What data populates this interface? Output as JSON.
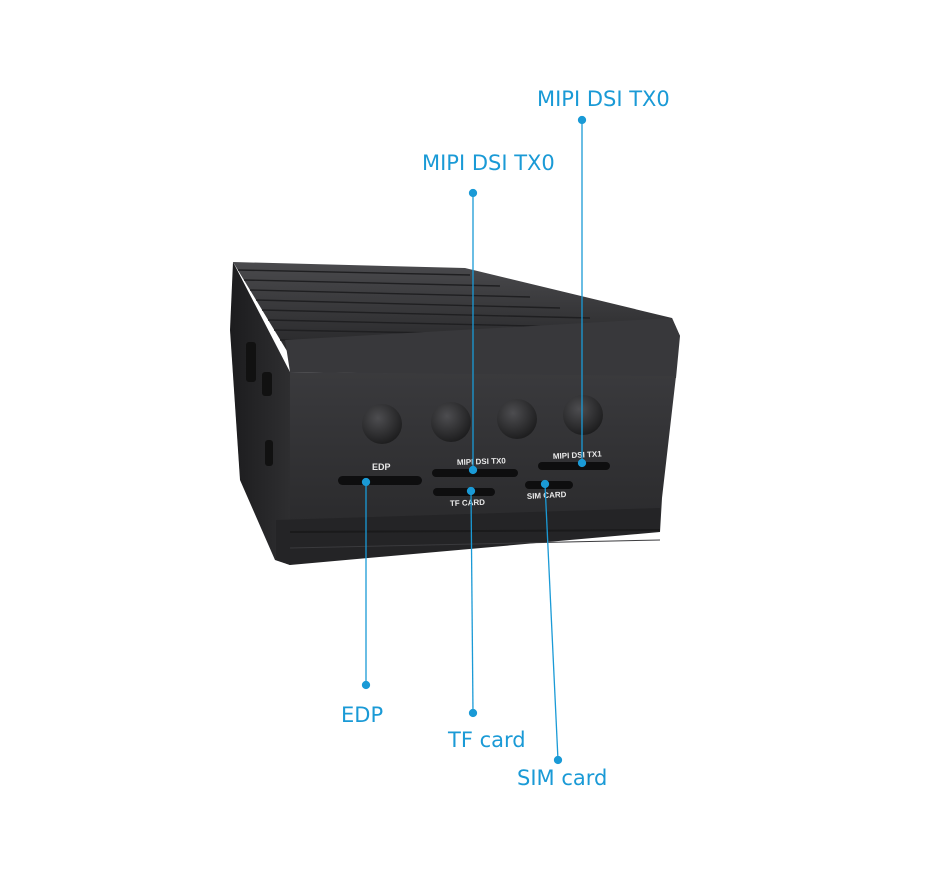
{
  "callouts": {
    "mipi_tx0_top": "MIPI DSI TX0",
    "mipi_tx0_mid": "MIPI DSI TX0",
    "edp": "EDP",
    "tf_card": "TF card",
    "sim_card": "SIM card"
  },
  "device_print": {
    "edp": "EDP",
    "mipi_tx0": "MIPI DSI TX0",
    "mipi_tx1": "MIPI DSI TX1",
    "tf_card": "TF  CARD",
    "sim_card": "SIM CARD"
  },
  "colors": {
    "accent": "#1a9ad6",
    "device_body": "#2a2a2c",
    "device_face": "#303033"
  }
}
